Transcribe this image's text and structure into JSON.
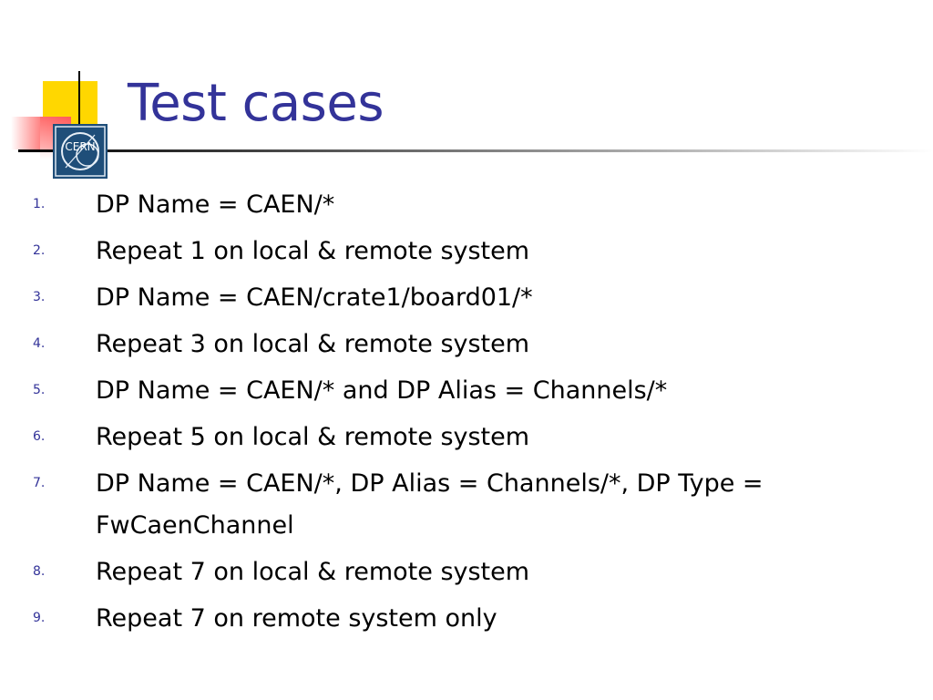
{
  "slide": {
    "title": "Test cases",
    "logo_text": "CERN",
    "items": [
      {
        "number": "1.",
        "text": "DP Name = CAEN/*"
      },
      {
        "number": "2.",
        "text": "Repeat 1 on local & remote system"
      },
      {
        "number": "3.",
        "text": "DP Name = CAEN/crate1/board01/*"
      },
      {
        "number": "4.",
        "text": "Repeat 3 on local & remote system"
      },
      {
        "number": "5.",
        "text": "DP Name = CAEN/* and DP Alias = Channels/*"
      },
      {
        "number": "6.",
        "text": "Repeat 5 on local & remote system"
      },
      {
        "number": "7.",
        "text": "DP Name = CAEN/*, DP Alias = Channels/*, DP Type = FwCaenChannel"
      },
      {
        "number": "8.",
        "text": "Repeat 7 on local & remote system"
      },
      {
        "number": "9.",
        "text": "Repeat 7 on remote system only"
      }
    ]
  },
  "colors": {
    "title": "#333399",
    "number": "#333399",
    "body_text": "#000000",
    "accent_yellow": "#FFD700",
    "accent_red": "#FF6666",
    "logo_blue": "#1F4E79"
  }
}
